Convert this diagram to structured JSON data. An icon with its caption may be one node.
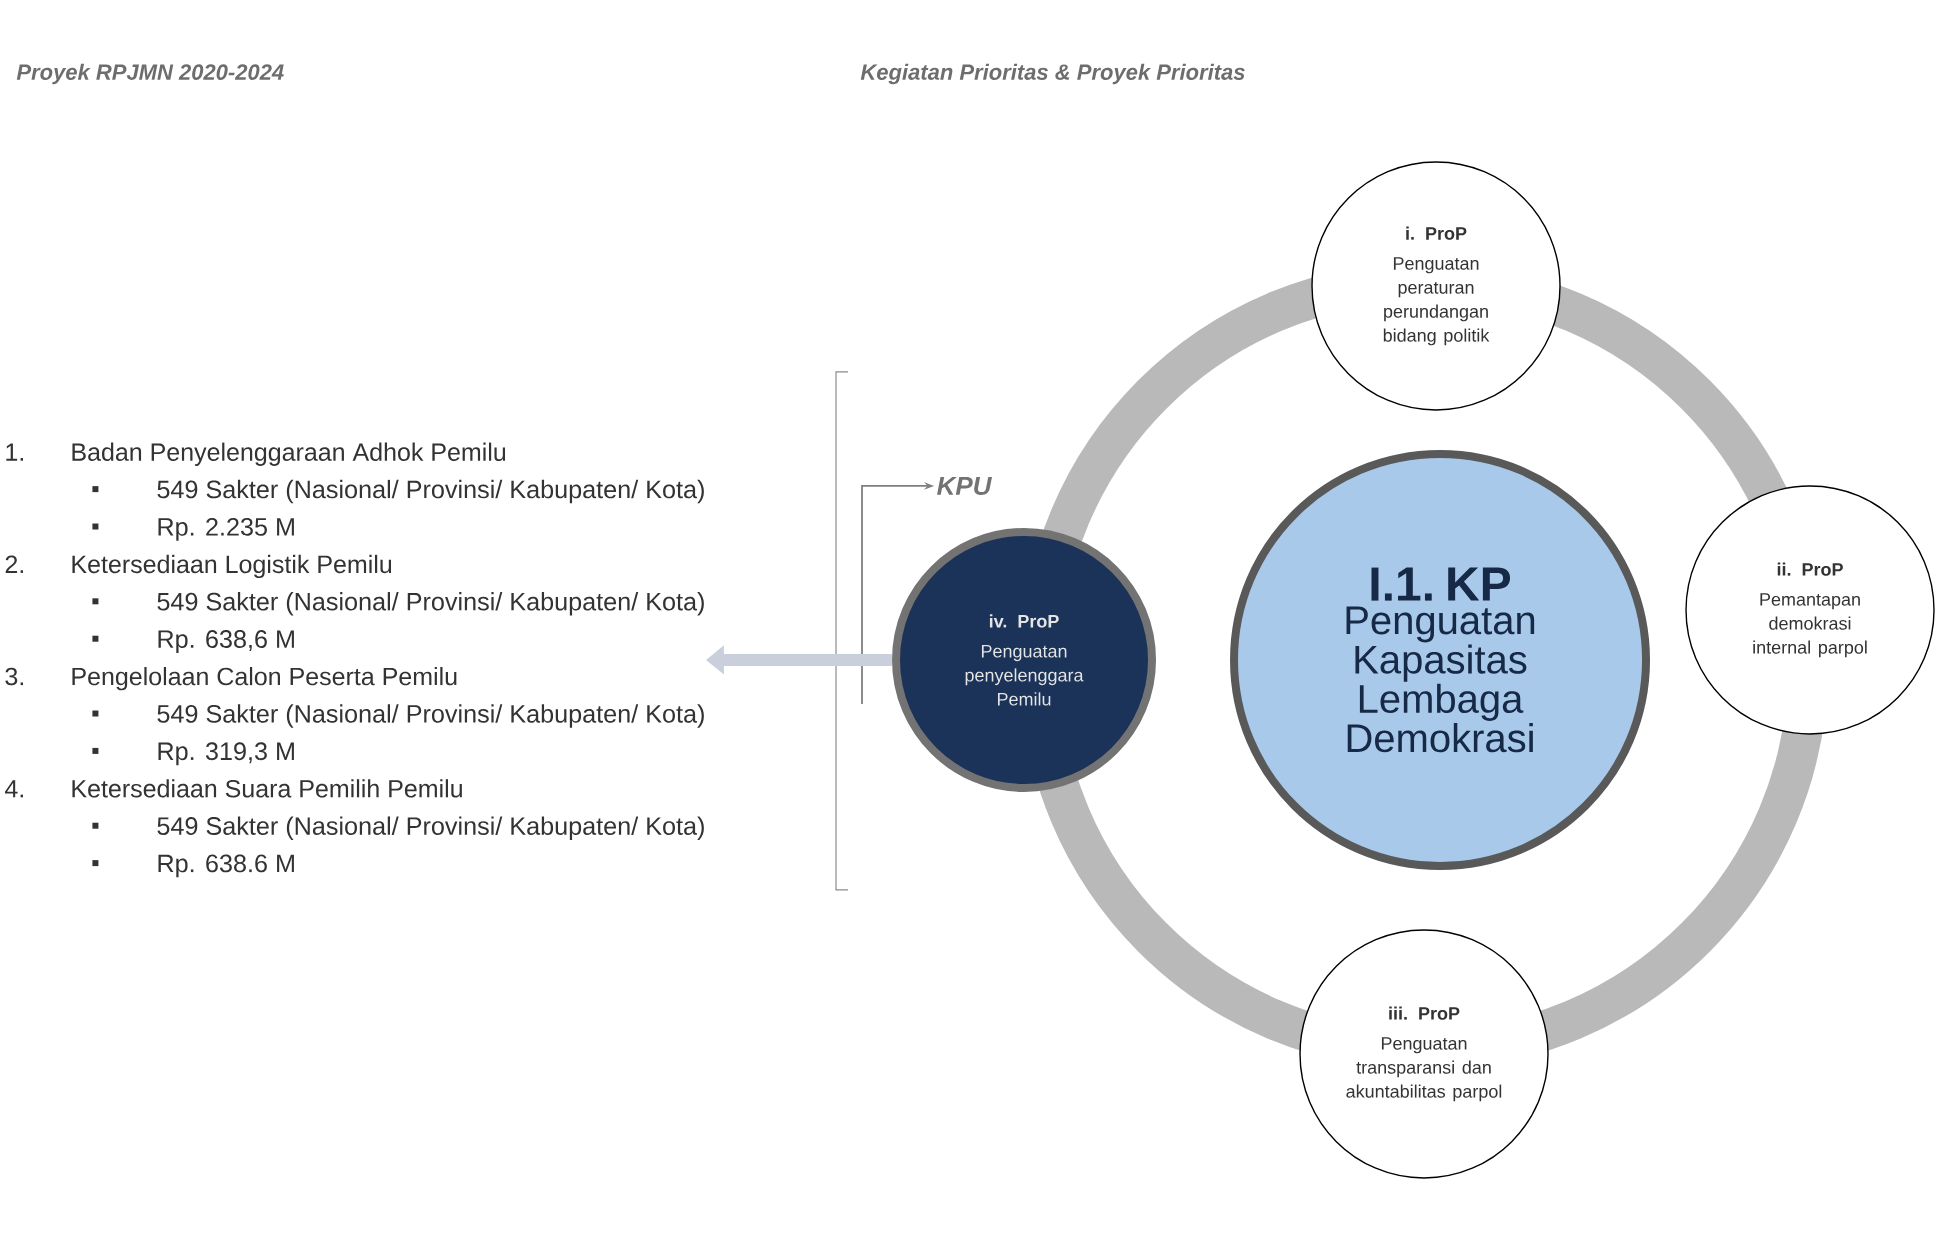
{
  "diagram": {
    "nodes": [
      {
        "text": [
          "I.1. KP",
          "Penguatan Kapasitas Lembaga Demokrasi"
        ]
      },
      {
        "text": [
          "i. ProP",
          "Penguatan peraturan perundangan bidang politik"
        ]
      },
      {
        "text": [
          "ii. ProP",
          "Pemantapan demokrasi internal parpol"
        ]
      },
      {
        "text": [
          "iii. ProP",
          "Penguatan transparansi dan akuntabilitas parpol"
        ]
      },
      {
        "text": [
          "iv. ProP",
          "Penguatan penyelenggara Pemilu"
        ]
      },
      {
        "text": [
          "KPU"
        ]
      },
      {
        "text": [
          "1.",
          "Badan Penyelenggaraan Adhok Pemilu",
          "549 Sakter (Nasional/ Provinsi/ Kabupaten/ Kota)",
          "Rp. 2.235 M",
          "2.",
          "Ketersediaan Logistik Pemilu",
          "549 Sakter (Nasional/ Provinsi/ Kabupaten/ Kota)",
          "Rp. 638,6 M",
          "3.",
          "Pengelolaan Calon Peserta Pemilu",
          "549 Sakter (Nasional/ Provinsi/ Kabupaten/ Kota)",
          "Rp. 319,3 M",
          "4.",
          "Ketersediaan Suara Pemilih Pemilu",
          "549 Sakter (Nasional/ Provinsi/ Kabupaten/ Kota)",
          "Rp. 638.6 M"
        ]
      }
    ],
    "edges": [
      {
        "from": 4,
        "to": 5,
        "arrow": "to"
      },
      {
        "from": 4,
        "to": 6,
        "arrow": "to",
        "style": "thick",
        "color": "#c9cfdb"
      }
    ],
    "labels": [
      "Proyek RPJMN 2020-2024",
      "Kegiatan Prioritas & Proyek Prioritas"
    ]
  }
}
